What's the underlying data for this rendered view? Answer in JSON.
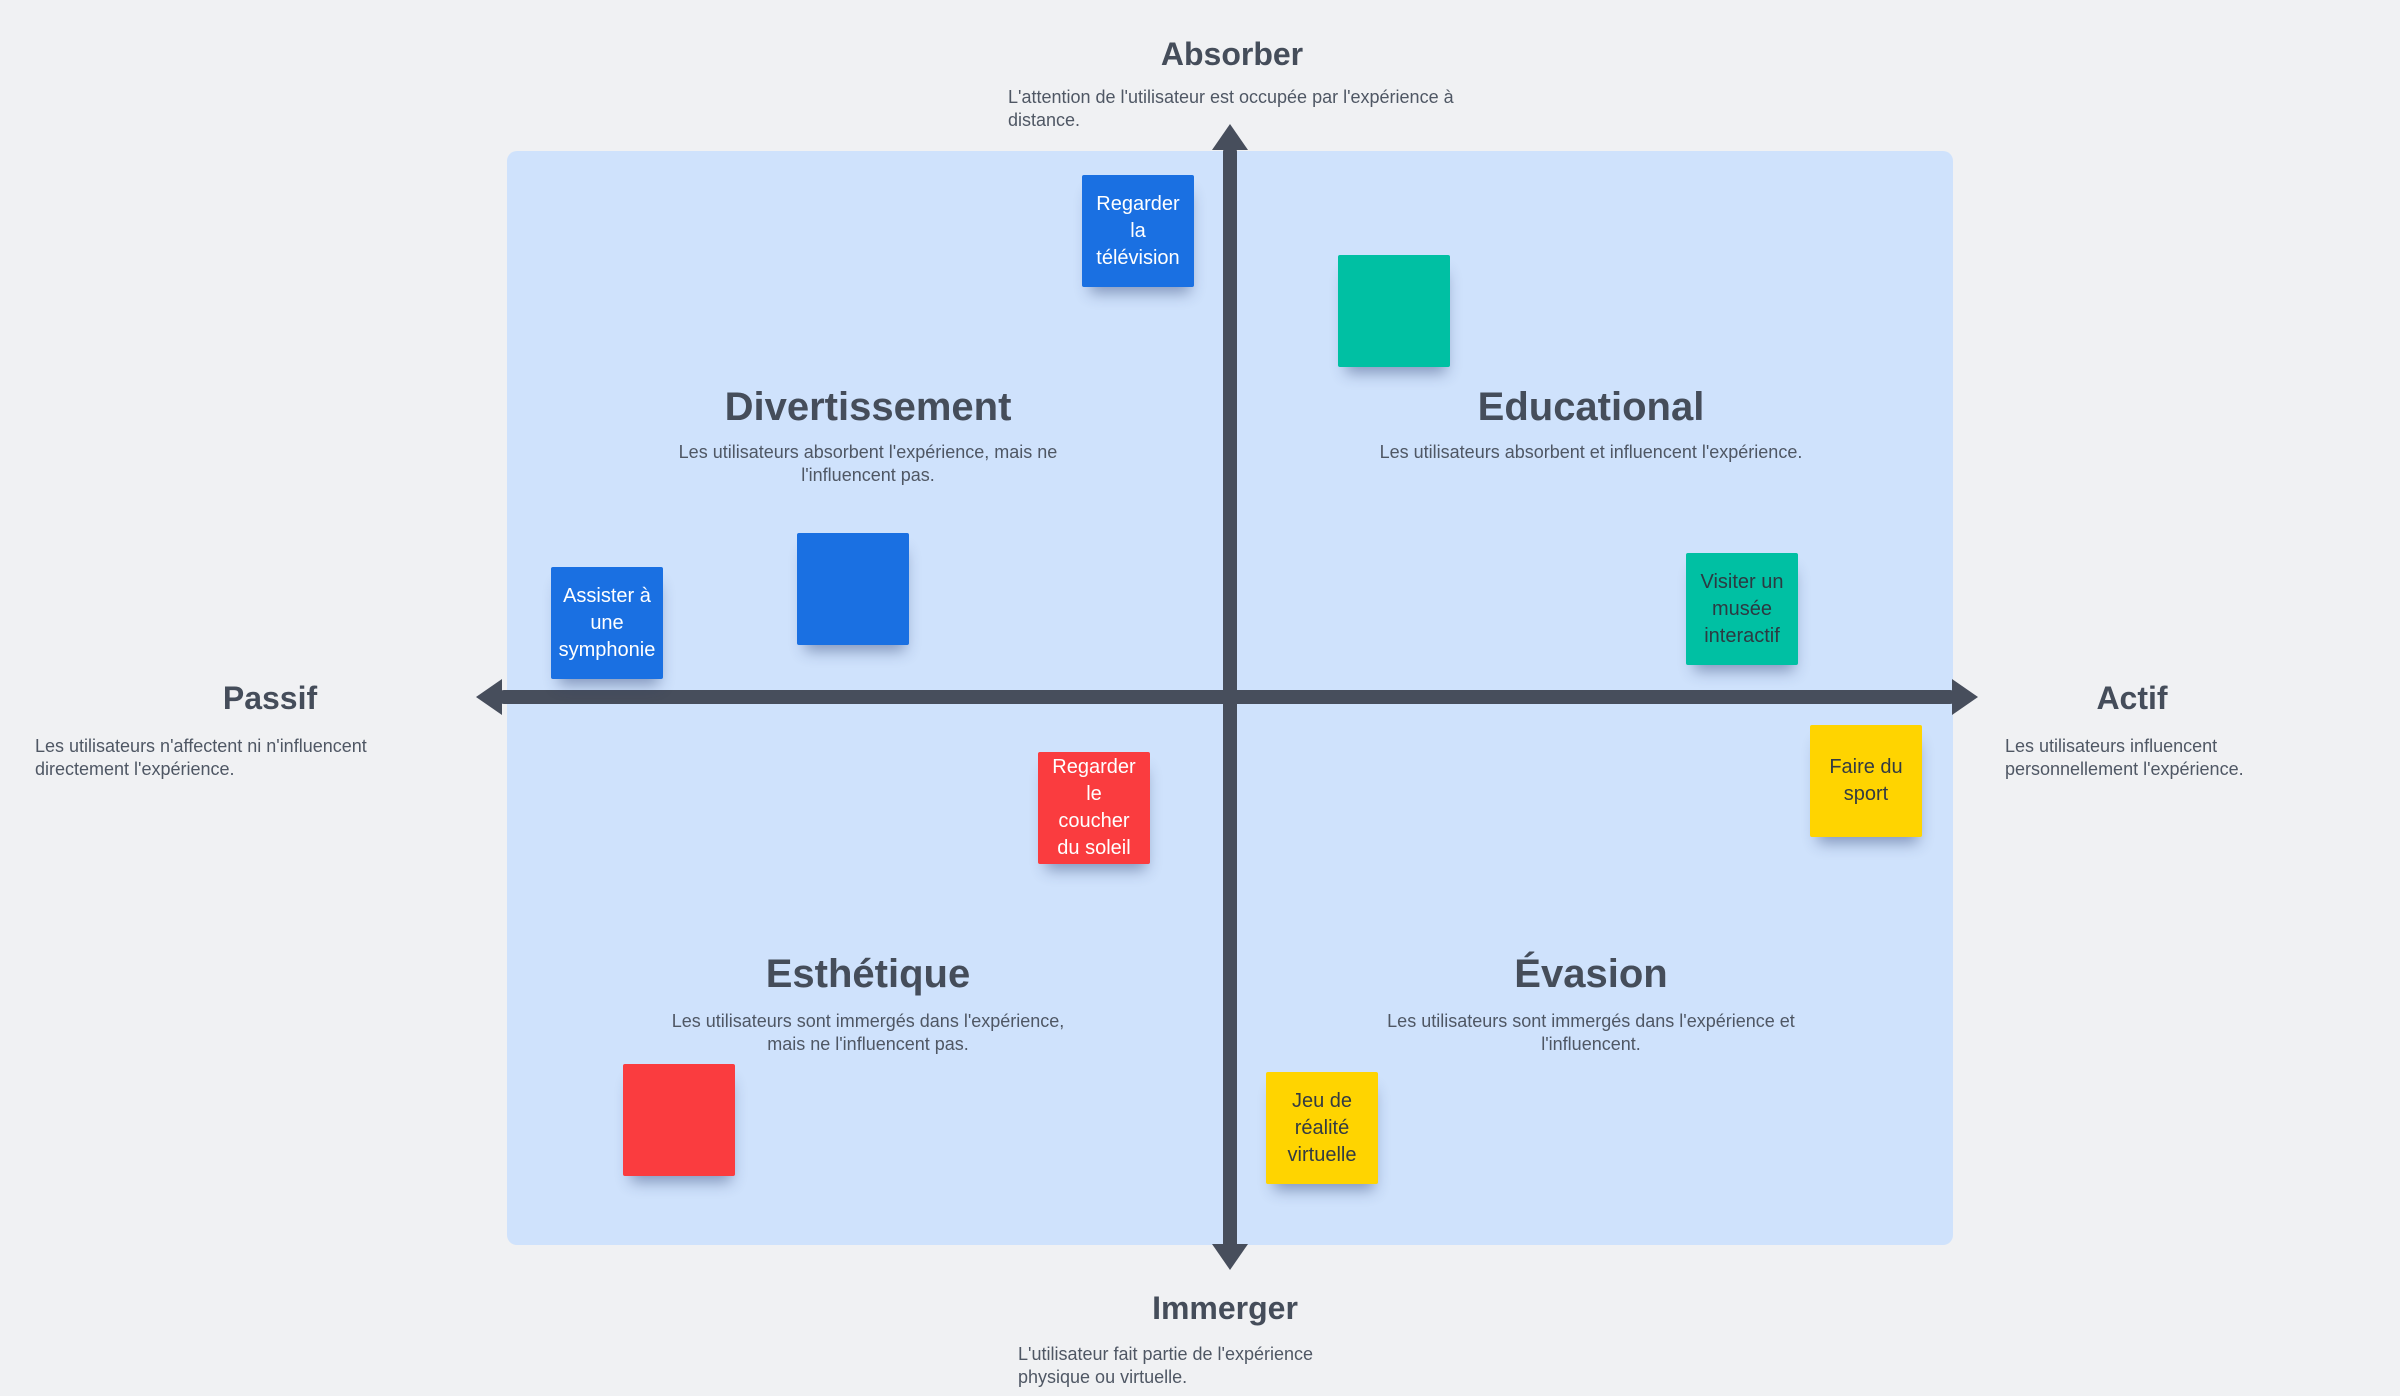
{
  "axes": {
    "absorber": {
      "label": "Absorber",
      "description": "L'attention de l'utilisateur est occupée par l'expérience à distance."
    },
    "immerger": {
      "label": "Immerger",
      "description": "L'utilisateur fait partie de l'expérience physique ou virtuelle."
    },
    "passif": {
      "label": "Passif",
      "description": "Les utilisateurs n'affectent ni n'influencent directement l'expérience."
    },
    "actif": {
      "label": "Actif",
      "description": "Les utilisateurs influencent personnellement l'expérience."
    }
  },
  "quadrants": {
    "divertissement": {
      "title": "Divertissement",
      "description": "Les utilisateurs absorbent l'expérience, mais ne l'influencent pas."
    },
    "educational": {
      "title": "Educational",
      "description": "Les utilisateurs absorbent et influencent l'expérience."
    },
    "esthetique": {
      "title": "Esthétique",
      "description": "Les utilisateurs sont immergés dans l'expérience, mais ne l'influencent pas."
    },
    "evasion": {
      "title": "Évasion",
      "description": "Les utilisateurs sont immergés dans l'expérience et l'influencent."
    }
  },
  "notes": {
    "regarder_tv": {
      "label": "Regarder la télévision",
      "color": "#1a70e2"
    },
    "teal_blank": {
      "label": "",
      "color": "#00c0a3"
    },
    "blue_blank": {
      "label": "",
      "color": "#1a70e2"
    },
    "assister_symphonie": {
      "label": "Assister à une symphonie",
      "color": "#1a70e2"
    },
    "visiter_musee": {
      "label": "Visiter un musée interactif",
      "color": "#00c0a3"
    },
    "faire_sport": {
      "label": "Faire du sport",
      "color": "#ffd400"
    },
    "coucher_soleil": {
      "label": "Regarder le coucher du soleil",
      "color": "#fa3c3f"
    },
    "red_blank": {
      "label": "",
      "color": "#fa3c3f"
    },
    "jeu_vr": {
      "label": "Jeu de réalité virtuelle",
      "color": "#ffd400"
    }
  },
  "colors": {
    "background": "#f0f1f3",
    "quadrant_fill": "#cfe2fc",
    "axis": "#474e5c",
    "heading_text": "#454d5a",
    "description_text": "#4f5764",
    "note_blue": "#1a70e2",
    "note_teal": "#00c0a3",
    "note_yellow": "#ffd400",
    "note_red": "#fa3c3f"
  }
}
